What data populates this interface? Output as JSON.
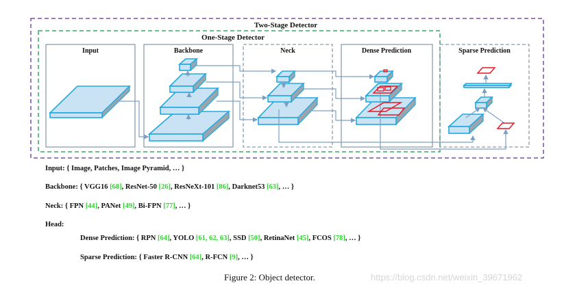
{
  "diagram": {
    "outer_label": "Two-Stage Detector",
    "inner_label": "One-Stage Detector",
    "stages": [
      {
        "id": "input",
        "label": "Input"
      },
      {
        "id": "backbone",
        "label": "Backbone"
      },
      {
        "id": "neck",
        "label": "Neck"
      },
      {
        "id": "dense",
        "label": "Dense Prediction"
      },
      {
        "id": "sparse",
        "label": "Sparse Prediction"
      }
    ],
    "colors": {
      "two_stage_border": "#7b4fa0",
      "one_stage_border": "#3aa565",
      "block_fill": "#c9e3f5",
      "block_edge": "#1fa8e0",
      "block_side": "#9aa5ad",
      "arrow": "#7b9fc4",
      "box_red": "#e8141e",
      "ref_green": "#2ed52e"
    }
  },
  "legend": [
    {
      "key": "Input:",
      "parts": [
        {
          "t": " { Image, Patches, Image Pyramid, … }"
        }
      ]
    },
    {
      "key": "Backbone:",
      "parts": [
        {
          "t": " { VGG16 "
        },
        {
          "r": "[68]"
        },
        {
          "t": ", ResNet-50 "
        },
        {
          "r": "[26]"
        },
        {
          "t": ", ResNeXt-101 "
        },
        {
          "r": "[86]"
        },
        {
          "t": ", Darknet53 "
        },
        {
          "r": "[63]"
        },
        {
          "t": ", … }"
        }
      ]
    },
    {
      "key": "Neck:",
      "parts": [
        {
          "t": " { FPN "
        },
        {
          "r": "[44]"
        },
        {
          "t": ", PANet "
        },
        {
          "r": "[49]"
        },
        {
          "t": ", Bi-FPN "
        },
        {
          "r": "[77]"
        },
        {
          "t": ", … }"
        }
      ]
    },
    {
      "key": "Head:",
      "parts": []
    },
    {
      "key": "Dense Prediction:",
      "parts": [
        {
          "t": " { RPN "
        },
        {
          "r": "[64]"
        },
        {
          "t": ", YOLO "
        },
        {
          "r": "[61, 62, 63]"
        },
        {
          "t": ", SSD "
        },
        {
          "r": "[50]"
        },
        {
          "t": ", RetinaNet "
        },
        {
          "r": "[45]"
        },
        {
          "t": ", FCOS "
        },
        {
          "r": "[78]"
        },
        {
          "t": ", … }"
        }
      ]
    },
    {
      "key": "Sparse Prediction:",
      "parts": [
        {
          "t": " { Faster R-CNN "
        },
        {
          "r": "[64]"
        },
        {
          "t": ",  R-FCN "
        },
        {
          "r": "[9]"
        },
        {
          "t": ", … }"
        }
      ]
    }
  ],
  "caption": "Figure 2: Object detector.",
  "watermark": "https://blog.csdn.net/weixin_39671962"
}
